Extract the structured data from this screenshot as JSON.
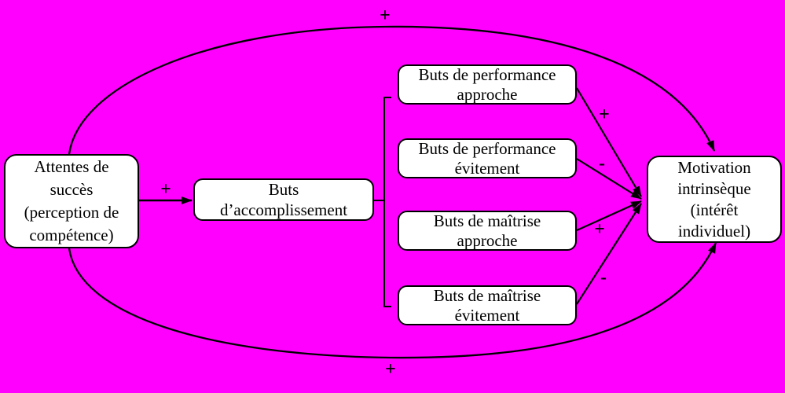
{
  "diagram": {
    "background_color": "#FF00FF",
    "node_fill": "#FFFFFF",
    "node_border_color": "#000000",
    "line_color": "#000000",
    "nodes": {
      "attentes": {
        "lines": [
          "Attentes de",
          "succès",
          "(perception de",
          "compétence)"
        ]
      },
      "accomplissement": {
        "lines": [
          "Buts",
          "d’accomplissement"
        ]
      },
      "perf_approche": {
        "lines": [
          "Buts de performance",
          "approche"
        ]
      },
      "perf_evitement": {
        "lines": [
          "Buts de performance",
          "évitement"
        ]
      },
      "maitrise_approche": {
        "lines": [
          "Buts de maîtrise",
          "approche"
        ]
      },
      "maitrise_evitement": {
        "lines": [
          "Buts de maîtrise",
          "évitement"
        ]
      },
      "motivation": {
        "lines": [
          "Motivation",
          "intrinsèque",
          "(intérêt",
          "individuel)"
        ]
      }
    },
    "edge_labels": {
      "attentes_to_accomplissement": "+",
      "top_curve_attentes_to_motivation": "+",
      "bottom_curve_attentes_to_motivation": "+",
      "perf_approche_to_motivation": "+",
      "perf_evitement_to_motivation": "-",
      "maitrise_approche_to_motivation": "+",
      "maitrise_evitement_to_motivation": "-"
    }
  }
}
